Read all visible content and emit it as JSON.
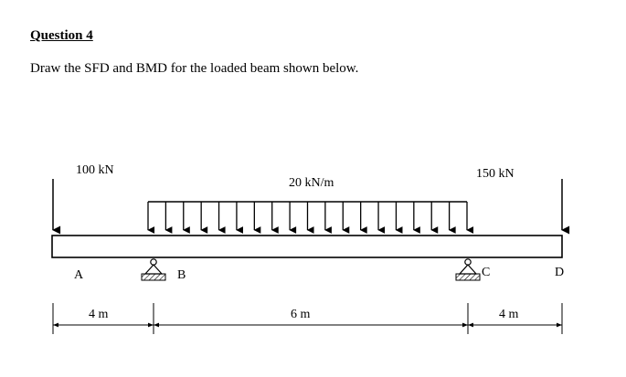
{
  "question": {
    "heading": "Question 4",
    "prompt": "Draw the SFD and BMD for the loaded beam shown below."
  },
  "beam": {
    "point_load_left": "100 kN",
    "udl": "20 kN/m",
    "point_load_right": "150 kN",
    "point_a": "A",
    "point_b": "B",
    "point_c": "C",
    "point_d": "D",
    "span_ab": "4 m",
    "span_bc": "6 m",
    "span_cd": "4 m"
  }
}
